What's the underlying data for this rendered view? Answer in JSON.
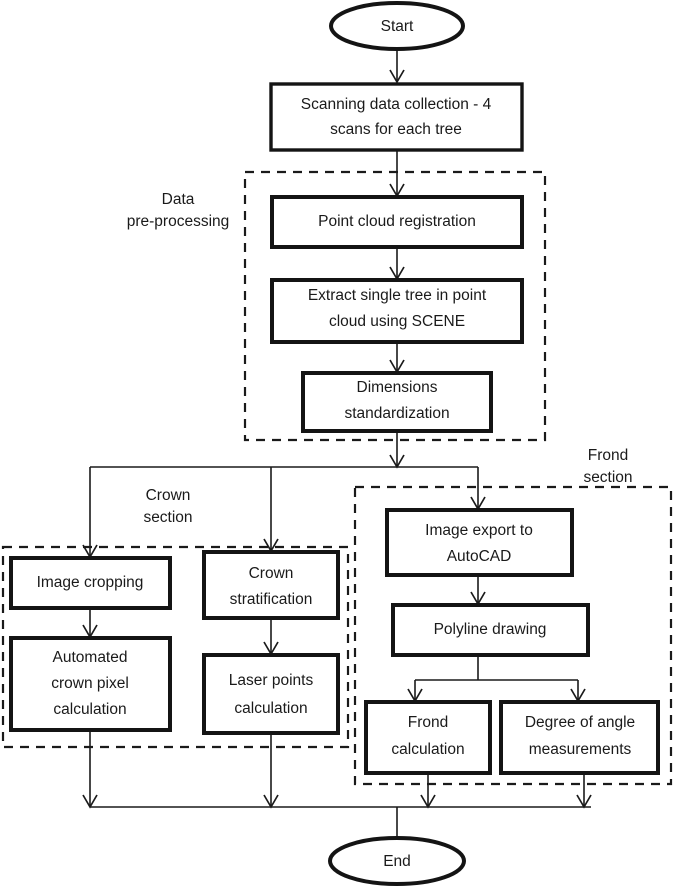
{
  "diagram": {
    "title": "Tree scanning and measurement workflow flowchart",
    "background_color": "#ffffff",
    "line_color": "#1a1a1a",
    "box_stroke_color": "#141414"
  },
  "terminals": {
    "start": "Start",
    "end": "End"
  },
  "section_labels": {
    "data_preprocessing_line1": "Data",
    "data_preprocessing_line2": "pre-processing",
    "crown_line1": "Crown",
    "crown_line2": "section",
    "frond_line1": "Frond",
    "frond_line2": "section"
  },
  "nodes": {
    "scanning": {
      "line1": "Scanning data collection - 4",
      "line2": "scans for each tree"
    },
    "registration": {
      "line1": "Point cloud registration"
    },
    "extract": {
      "line1": "Extract single tree in point",
      "line2": "cloud using SCENE"
    },
    "dimensions": {
      "line1": "Dimensions",
      "line2": "standardization"
    },
    "image_cropping": {
      "line1": "Image cropping"
    },
    "automated_crown": {
      "line1": "Automated",
      "line2": "crown pixel",
      "line3": "calculation"
    },
    "crown_strat": {
      "line1": "Crown",
      "line2": "stratification"
    },
    "laser_points": {
      "line1": "Laser points",
      "line2": "calculation"
    },
    "image_export": {
      "line1": "Image export to",
      "line2": "AutoCAD"
    },
    "polyline": {
      "line1": "Polyline drawing"
    },
    "frond_calc": {
      "line1": "Frond",
      "line2": "calculation"
    },
    "degree_angle": {
      "line1": "Degree of angle",
      "line2": "measurements"
    }
  }
}
